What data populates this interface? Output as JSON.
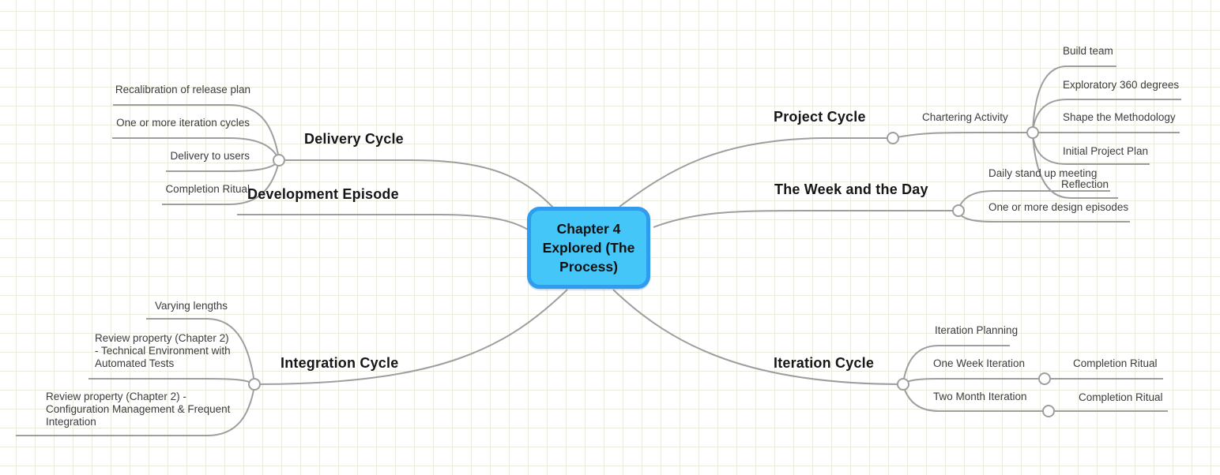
{
  "mindmap": {
    "root": {
      "label": "Chapter 4 Explored (The Process)"
    },
    "colors": {
      "root_fill": "#44c7f8",
      "root_border": "#2f9cef",
      "connector": "#9e9e9e",
      "grid": "#e9ecdd",
      "title_text": "#161616",
      "child_text": "#3c3c3c"
    },
    "branches": [
      {
        "label": "Delivery Cycle",
        "children": [
          {
            "label": "Recalibration of release plan"
          },
          {
            "label": "One or more iteration cycles"
          },
          {
            "label": "Delivery to users"
          },
          {
            "label": "Completion Ritual"
          }
        ]
      },
      {
        "label": "Development Episode",
        "children": []
      },
      {
        "label": "Integration Cycle",
        "children": [
          {
            "label": "Varying lengths"
          },
          {
            "label": "Review property (Chapter 2) - Technical Environment with Automated Tests"
          },
          {
            "label": "Review property (Chapter 2) - Configuration Management & Frequent Integration"
          }
        ]
      },
      {
        "label": "Project Cycle",
        "children": [
          {
            "label": "Chartering Activity",
            "children": [
              {
                "label": "Build team"
              },
              {
                "label": "Exploratory 360 degrees"
              },
              {
                "label": "Shape the Methodology"
              },
              {
                "label": "Initial Project Plan"
              },
              {
                "label": "Reflection"
              }
            ]
          }
        ]
      },
      {
        "label": "The Week and the Day",
        "children": [
          {
            "label": "Daily stand up meeting"
          },
          {
            "label": "One or more design episodes"
          }
        ]
      },
      {
        "label": "Iteration Cycle",
        "children": [
          {
            "label": "Iteration Planning"
          },
          {
            "label": "One Week Iteration",
            "children": [
              {
                "label": "Completion Ritual"
              }
            ]
          },
          {
            "label": "Two Month Iteration",
            "children": [
              {
                "label": "Completion Ritual"
              }
            ]
          }
        ]
      }
    ]
  }
}
